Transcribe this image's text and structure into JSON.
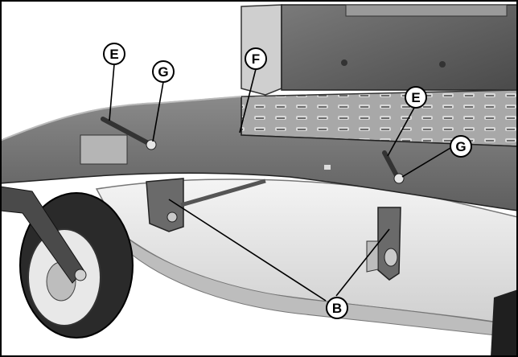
{
  "callouts": {
    "e_left": "E",
    "g_left": "G",
    "f_top": "F",
    "e_right": "E",
    "g_right": "G",
    "b_bottom": "B"
  }
}
